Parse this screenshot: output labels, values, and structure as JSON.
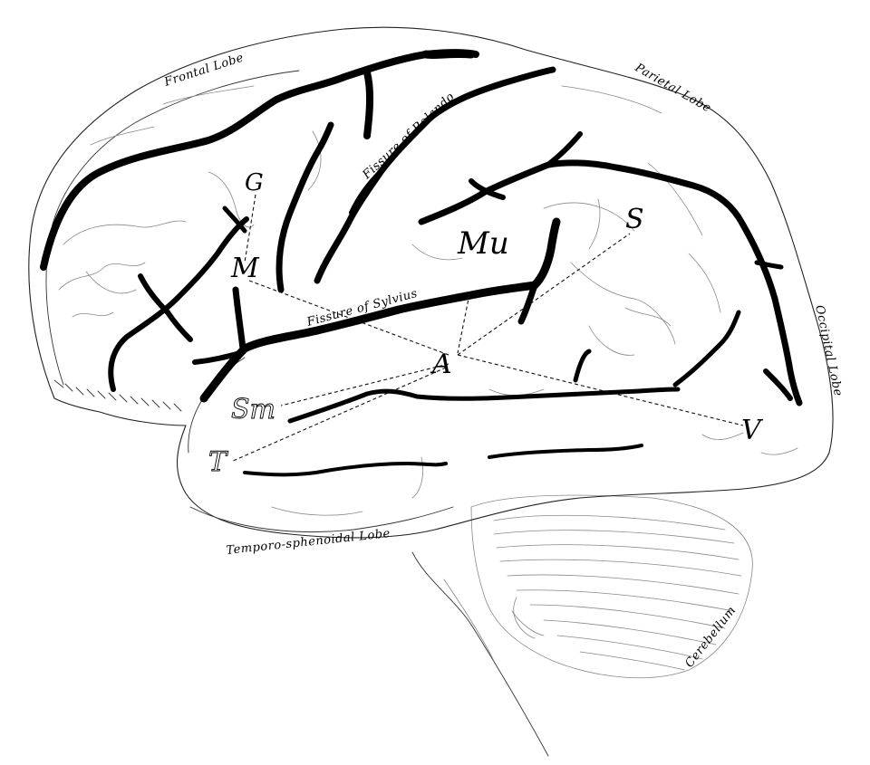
{
  "labels": {
    "frontal_lobe": "Frontal Lobe",
    "parietal_lobe": "Parietal Lobe",
    "occipital_lobe": "Occipital Lobe",
    "temporo_sphenoidal_lobe": "Temporo-sphenoidal Lobe",
    "cerebellum": "Cerebellum",
    "fissure_of_rolando": "Fissure of Rolando",
    "fissure_of_sylvius": "Fissure of Sylvius"
  },
  "points": {
    "g": "G",
    "m": "M",
    "mu": "Mu",
    "s": "S",
    "a": "A",
    "sm": "Sm",
    "t": "T",
    "v": "V"
  }
}
